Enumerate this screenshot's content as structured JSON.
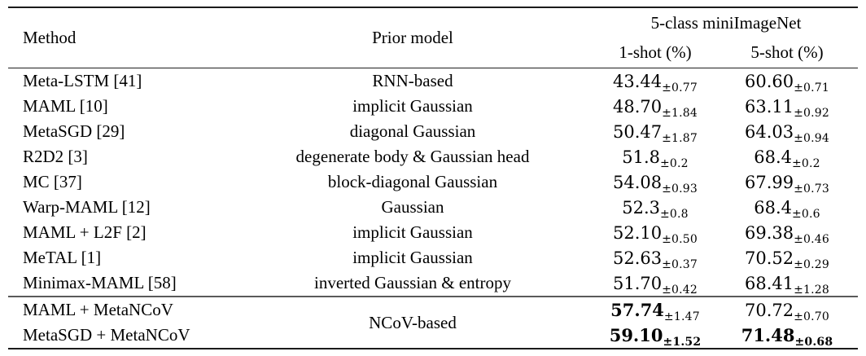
{
  "colors": {
    "background": "#ffffff",
    "text": "#000000",
    "rule_heavy": "#1b1b1b",
    "rule_light": "#5a5a5a"
  },
  "table": {
    "columns": {
      "method": "Method",
      "prior": "Prior model",
      "group": "5-class miniImageNet",
      "one_shot": "1-shot (%)",
      "five_shot": "5-shot (%)"
    },
    "rows": [
      {
        "method": "Meta-LSTM [41]",
        "prior": "RNN-based",
        "one_shot": {
          "value": "43.44",
          "pm": "±0.77"
        },
        "five_shot": {
          "value": "60.60",
          "pm": "±0.71"
        }
      },
      {
        "method": "MAML [10]",
        "prior": "implicit Gaussian",
        "one_shot": {
          "value": "48.70",
          "pm": "±1.84"
        },
        "five_shot": {
          "value": "63.11",
          "pm": "±0.92"
        }
      },
      {
        "method": "MetaSGD [29]",
        "prior": "diagonal Gaussian",
        "one_shot": {
          "value": "50.47",
          "pm": "±1.87"
        },
        "five_shot": {
          "value": "64.03",
          "pm": "±0.94"
        }
      },
      {
        "method": "R2D2 [3]",
        "prior": "degenerate body & Gaussian head",
        "one_shot": {
          "value": "51.8",
          "pm": "±0.2"
        },
        "five_shot": {
          "value": "68.4",
          "pm": "±0.2"
        }
      },
      {
        "method": "MC [37]",
        "prior": "block-diagonal Gaussian",
        "one_shot": {
          "value": "54.08",
          "pm": "±0.93"
        },
        "five_shot": {
          "value": "67.99",
          "pm": "±0.73"
        }
      },
      {
        "method": "Warp-MAML [12]",
        "prior": "Gaussian",
        "one_shot": {
          "value": "52.3",
          "pm": "±0.8"
        },
        "five_shot": {
          "value": "68.4",
          "pm": "±0.6"
        }
      },
      {
        "method": "MAML + L2F [2]",
        "prior": "implicit Gaussian",
        "one_shot": {
          "value": "52.10",
          "pm": "±0.50"
        },
        "five_shot": {
          "value": "69.38",
          "pm": "±0.46"
        }
      },
      {
        "method": "MeTAL [1]",
        "prior": "implicit Gaussian",
        "one_shot": {
          "value": "52.63",
          "pm": "±0.37"
        },
        "five_shot": {
          "value": "70.52",
          "pm": "±0.29"
        }
      },
      {
        "method": "Minimax-MAML [58]",
        "prior": "inverted Gaussian & entropy",
        "one_shot": {
          "value": "51.70",
          "pm": "±0.42"
        },
        "five_shot": {
          "value": "68.41",
          "pm": "±1.28"
        }
      }
    ],
    "highlight_prior": "NCoV-based",
    "highlight_rows": [
      {
        "method": "MAML + MetaNCoV",
        "one_shot": {
          "value": "57.74",
          "pm": "±1.47"
        },
        "five_shot": {
          "value": "70.72",
          "pm": "±0.70"
        }
      },
      {
        "method": "MetaSGD + MetaNCoV",
        "one_shot": {
          "value": "59.10",
          "pm": "±1.52"
        },
        "five_shot": {
          "value": "71.48",
          "pm": "±0.68"
        }
      }
    ]
  }
}
